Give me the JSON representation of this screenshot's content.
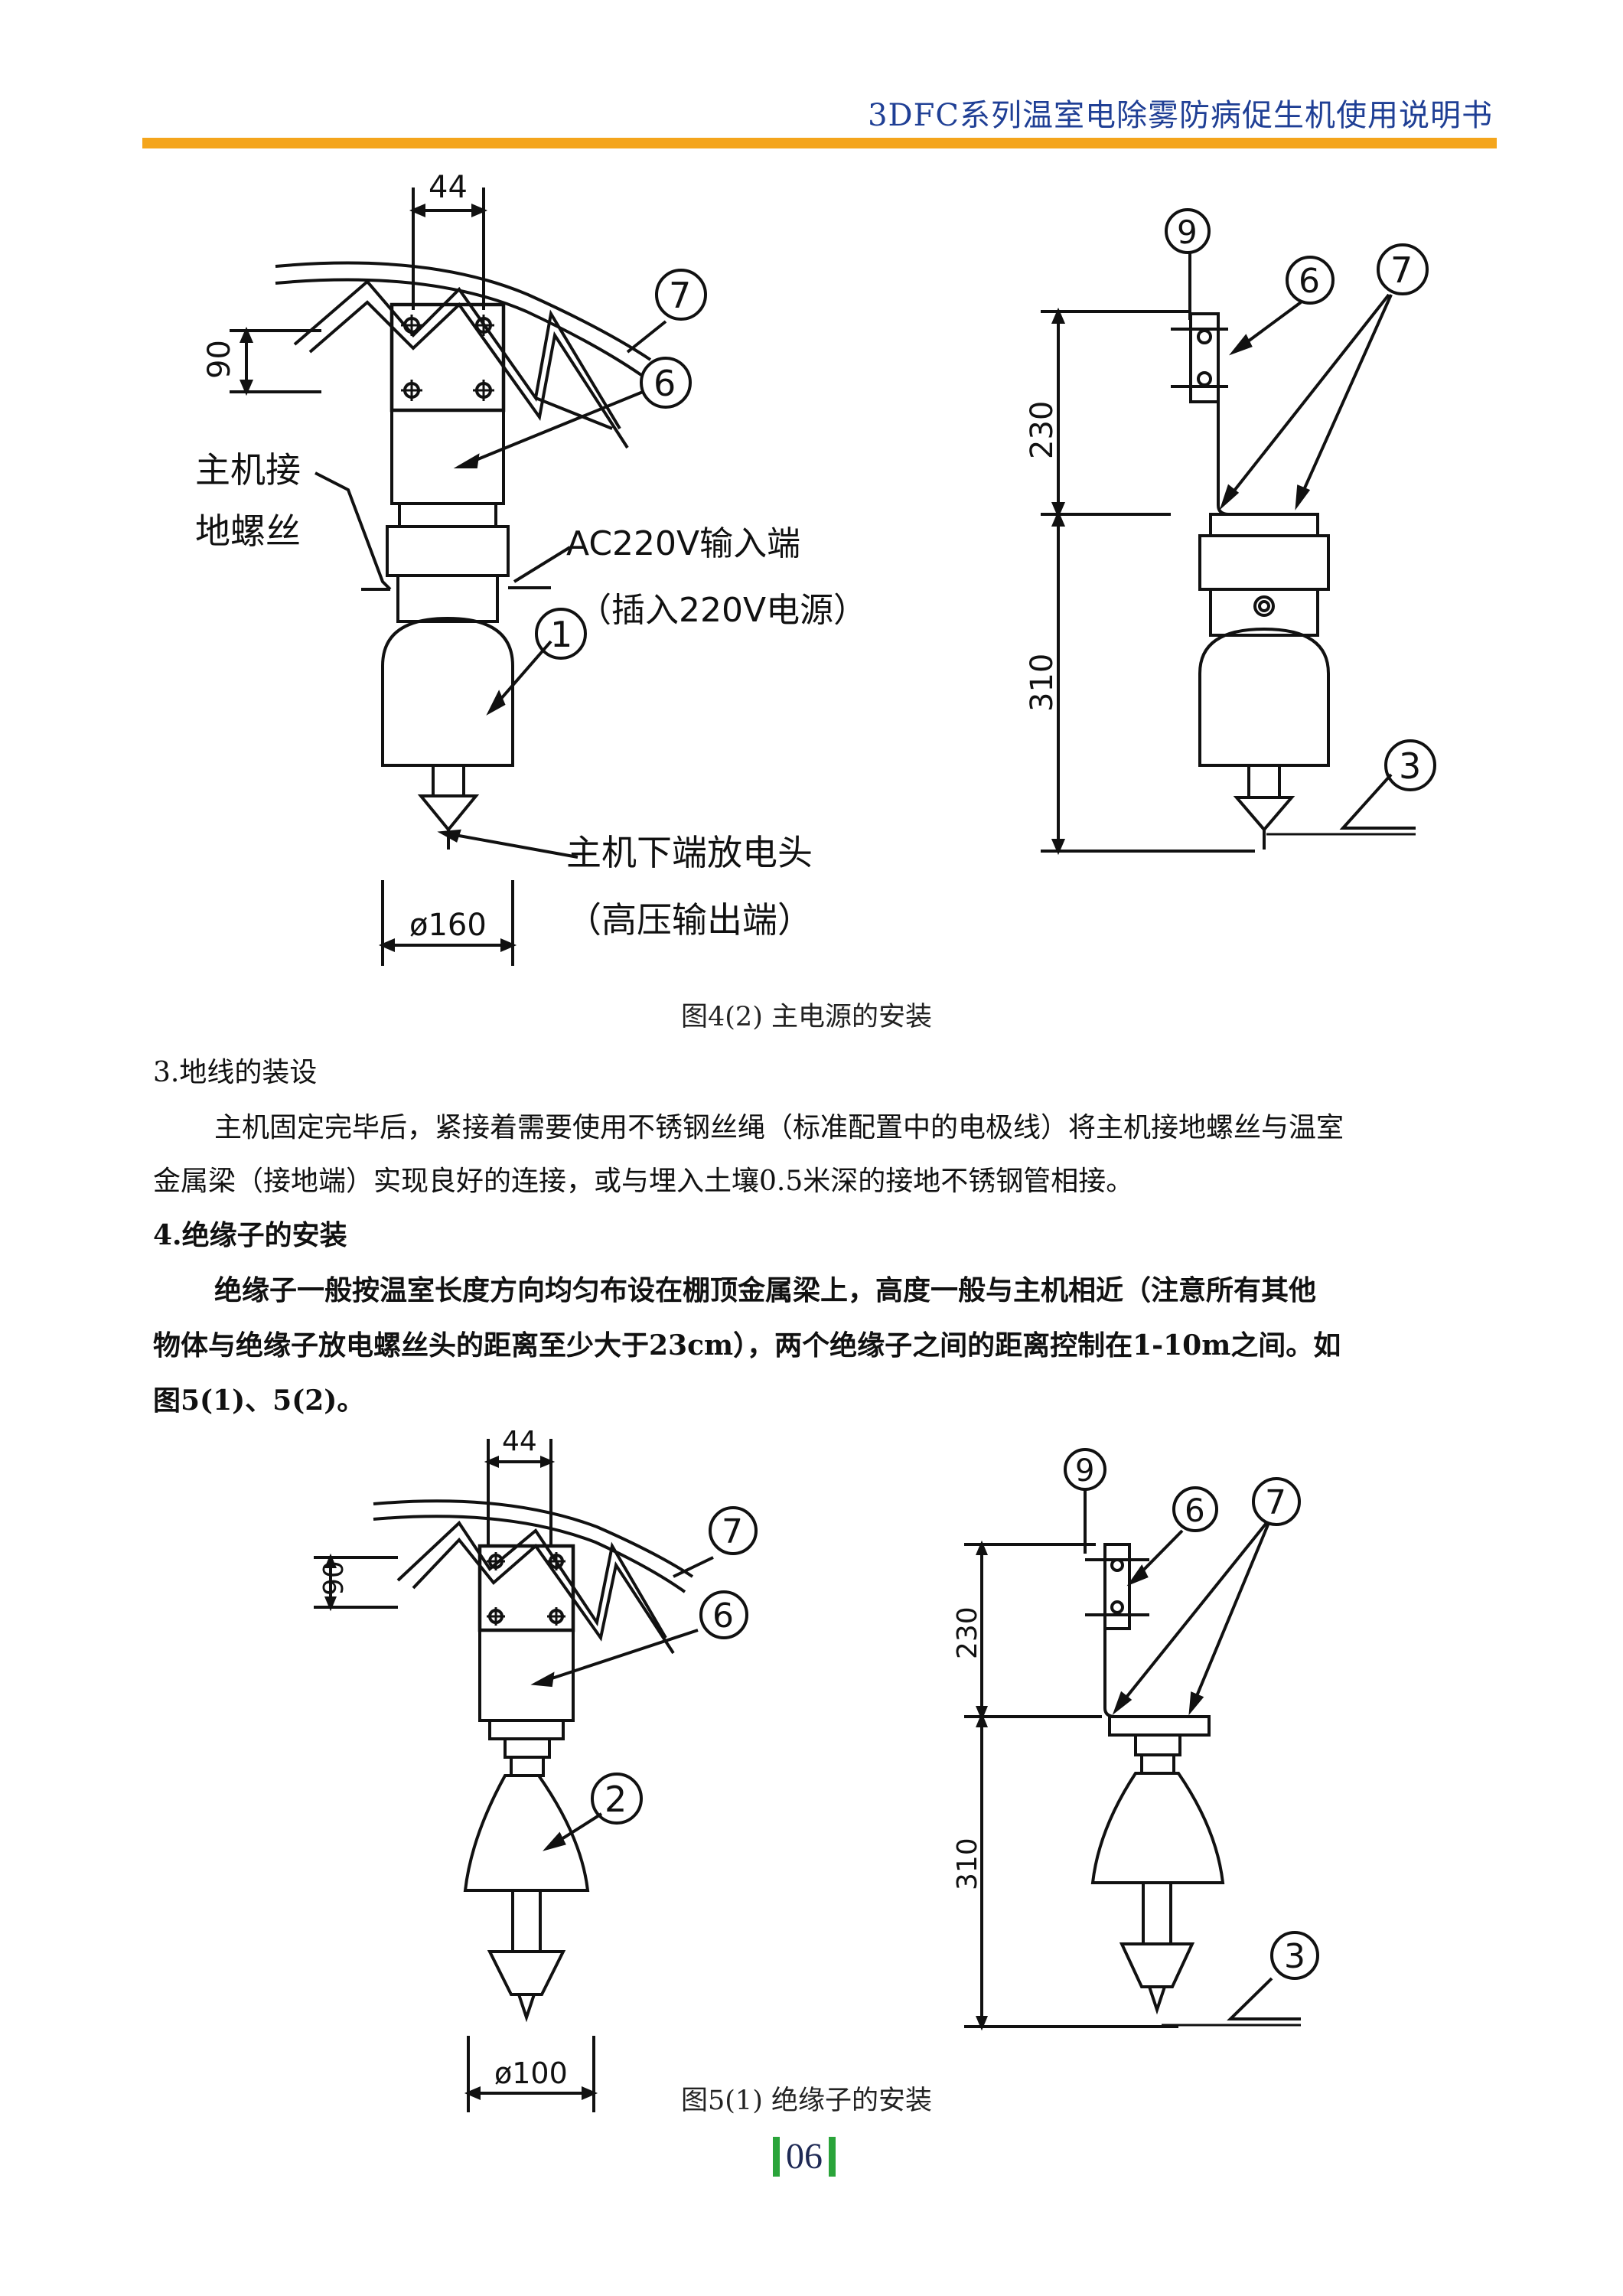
{
  "header": {
    "title": "3DFC系列温室电除雾防病促生机使用说明书"
  },
  "figure_top": {
    "caption": "图4(2) 主电源的安装",
    "dims": {
      "width_top": "44",
      "bracket": "90",
      "diameter": "ø160",
      "h_upper": "230",
      "h_lower": "310"
    },
    "callouts": {
      "c1": "1",
      "c3": "3",
      "c6a": "6",
      "c6b": "6",
      "c7a": "7",
      "c7b": "7",
      "c9": "9"
    },
    "labels": {
      "ground_screw_1": "主机接",
      "ground_screw_2": "地螺丝",
      "ac_input_1": "AC220V输入端",
      "ac_input_2": "（插入220V电源）",
      "discharge_1": "主机下端放电头",
      "discharge_2": "（高压输出端）"
    }
  },
  "section3": {
    "heading": "3.地线的装设",
    "para_line1": "主机固定完毕后，紧接着需要使用不锈钢丝绳（标准配置中的电极线）将主机接地螺丝与温室",
    "para_line2": "金属梁（接地端）实现良好的连接，或与埋入土壤0.5米深的接地不锈钢管相接。"
  },
  "section4": {
    "heading": "4.绝缘子的安装",
    "para_line1": "绝缘子一般按温室长度方向均匀布设在棚顶金属梁上，高度一般与主机相近（注意所有其他",
    "para_line2": "物体与绝缘子放电螺丝头的距离至少大于23cm），两个绝缘子之间的距离控制在1-10m之间。如",
    "para_line3": "图5(1)、5(2)。"
  },
  "figure_bottom": {
    "caption": "图5(1) 绝缘子的安装",
    "dims": {
      "width_top": "44",
      "bracket": "90",
      "diameter": "ø100",
      "h_upper": "230",
      "h_lower": "310"
    },
    "callouts": {
      "c2": "2",
      "c3": "3",
      "c6a": "6",
      "c6b": "6",
      "c7a": "7",
      "c7b": "7",
      "c9": "9"
    }
  },
  "footer": {
    "page_number": "06"
  },
  "colors": {
    "header_rule": "#f4a51c",
    "header_text": "#1f3f95",
    "page_bar": "#2aa43a"
  }
}
